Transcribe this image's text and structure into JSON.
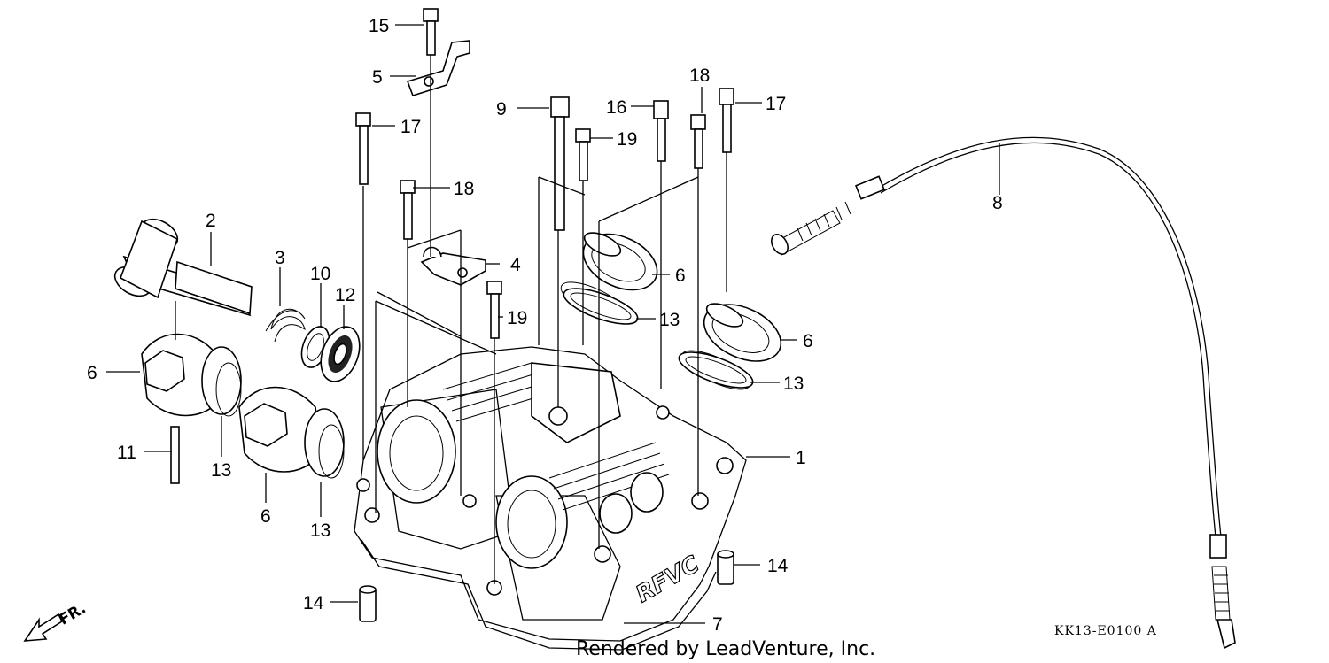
{
  "callouts": [
    {
      "id": "c-15",
      "text": "15"
    },
    {
      "id": "c-5",
      "text": "5"
    },
    {
      "id": "c-17a",
      "text": "17"
    },
    {
      "id": "c-18a",
      "text": "18"
    },
    {
      "id": "c-2",
      "text": "2"
    },
    {
      "id": "c-3",
      "text": "3"
    },
    {
      "id": "c-10",
      "text": "10"
    },
    {
      "id": "c-12",
      "text": "12"
    },
    {
      "id": "c-4",
      "text": "4"
    },
    {
      "id": "c-19a",
      "text": "19"
    },
    {
      "id": "c-9",
      "text": "9"
    },
    {
      "id": "c-19b",
      "text": "19"
    },
    {
      "id": "c-16",
      "text": "16"
    },
    {
      "id": "c-18b",
      "text": "18"
    },
    {
      "id": "c-17b",
      "text": "17"
    },
    {
      "id": "c-6a",
      "text": "6"
    },
    {
      "id": "c-13a",
      "text": "13"
    },
    {
      "id": "c-6b",
      "text": "6"
    },
    {
      "id": "c-13b",
      "text": "13"
    },
    {
      "id": "c-8",
      "text": "8"
    },
    {
      "id": "c-6c",
      "text": "6"
    },
    {
      "id": "c-11",
      "text": "11"
    },
    {
      "id": "c-13c",
      "text": "13"
    },
    {
      "id": "c-6d",
      "text": "6"
    },
    {
      "id": "c-13d",
      "text": "13"
    },
    {
      "id": "c-1",
      "text": "1"
    },
    {
      "id": "c-14a",
      "text": "14"
    },
    {
      "id": "c-14b",
      "text": "14"
    },
    {
      "id": "c-7",
      "text": "7"
    }
  ],
  "cover_emboss": "RFVC",
  "direction": "FR.",
  "diagram_code": "KK13-E0100 A",
  "footer": "Rendered by LeadVenture, Inc."
}
